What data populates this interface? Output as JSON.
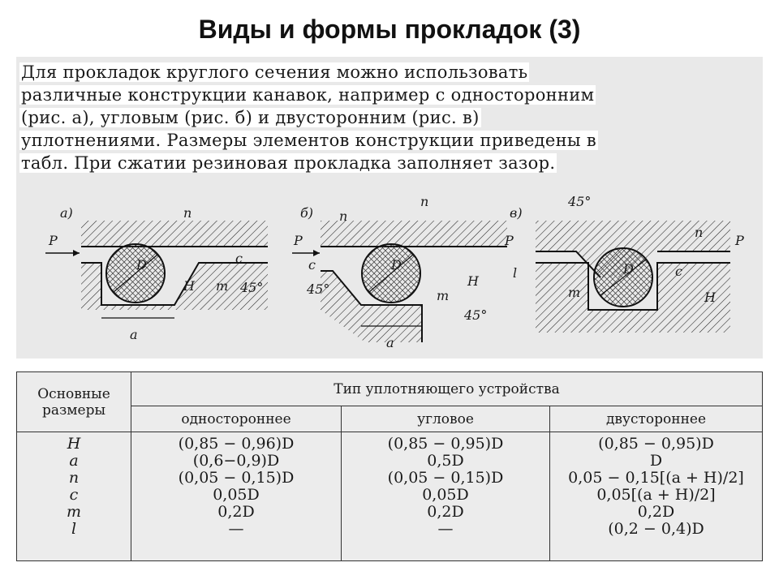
{
  "title": "Виды и формы прокладок (3)",
  "paragraph": {
    "lines": [
      "Для прокладок круглого сечения можно использовать",
      "различные конструкции канавок, например с односторонним",
      "(рис. а), угловым (рис. б) и двусторонним (рис. в)",
      "уплотнениями. Размеры элементов конструкции приведены в",
      "табл. При сжатии резиновая прокладка заполняет зазор."
    ]
  },
  "figures": {
    "a": {
      "label": "а)",
      "p": "P",
      "d": "D",
      "n": "n",
      "c": "c",
      "h": "H",
      "m": "m",
      "angle": "45°",
      "a": "a"
    },
    "b": {
      "label": "б)",
      "p": "P",
      "d": "D",
      "n": "n",
      "c": "c",
      "h": "H",
      "m": "m",
      "angle1": "45°",
      "angle2": "45°",
      "a": "a"
    },
    "v": {
      "label": "в)",
      "p1": "P",
      "p2": "P",
      "d": "D",
      "n": "n",
      "c": "c",
      "h": "H",
      "m": "m",
      "l": "l",
      "angle": "45°"
    }
  },
  "table": {
    "param_header": "Основные размеры",
    "type_header": "Тип уплотняющего устройства",
    "columns": [
      "одностороннее",
      "угловое",
      "двустороннее"
    ],
    "params": [
      "H",
      "a",
      "n",
      "c",
      "m",
      "l"
    ],
    "rows": [
      [
        "(0,85 − 0,96)D",
        "(0,85 − 0,95)D",
        "(0,85 − 0,95)D"
      ],
      [
        "(0,6−0,9)D",
        "0,5D",
        "D"
      ],
      [
        "(0,05 − 0,15)D",
        "(0,05 − 0,15)D",
        "0,05 − 0,15[(a + H)/2]"
      ],
      [
        "0,05D",
        "0,05D",
        "0,05[(a + H)/2]"
      ],
      [
        "0,2D",
        "0,2D",
        "0,2D"
      ],
      [
        "—",
        "—",
        "(0,2 − 0,4)D"
      ]
    ]
  }
}
